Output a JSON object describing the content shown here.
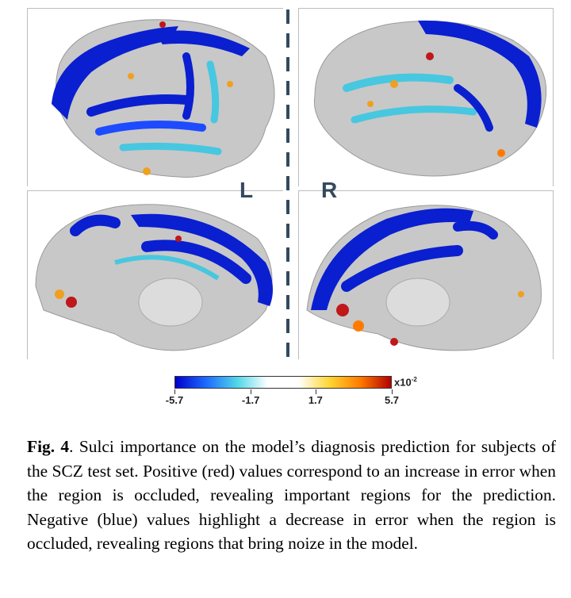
{
  "figure": {
    "hemisphere_labels": {
      "left": "L",
      "right": "R"
    },
    "colorbar": {
      "ticks": [
        "-5.7",
        "-1.7",
        "1.7",
        "5.7"
      ],
      "tick_values": [
        -5.7,
        -1.7,
        1.7,
        5.7
      ],
      "unit_base": "x10",
      "unit_exp": "-2",
      "colors": [
        "#0000cc",
        "#1e6bff",
        "#4fd6e8",
        "#ffffff",
        "#ffffff",
        "#ffd633",
        "#ff7b00",
        "#b40000"
      ]
    },
    "colors": {
      "sulcus_negative": "#0a1fd0",
      "sulcus_mid": "#48c7e0",
      "sulcus_positive": "#f0a020",
      "sulcus_hot": "#c0171a",
      "cortex": "#c8c8c8"
    }
  },
  "caption": {
    "label": "Fig. 4",
    "text": ". Sulci importance on the model’s diagnosis prediction for subjects of the SCZ test set. Positive (red) values correspond to an increase in error when the region is occluded, revealing important regions for the prediction. Negative (blue) values highlight a decrease in error when the region is occluded, revealing regions that bring noize in the model."
  }
}
